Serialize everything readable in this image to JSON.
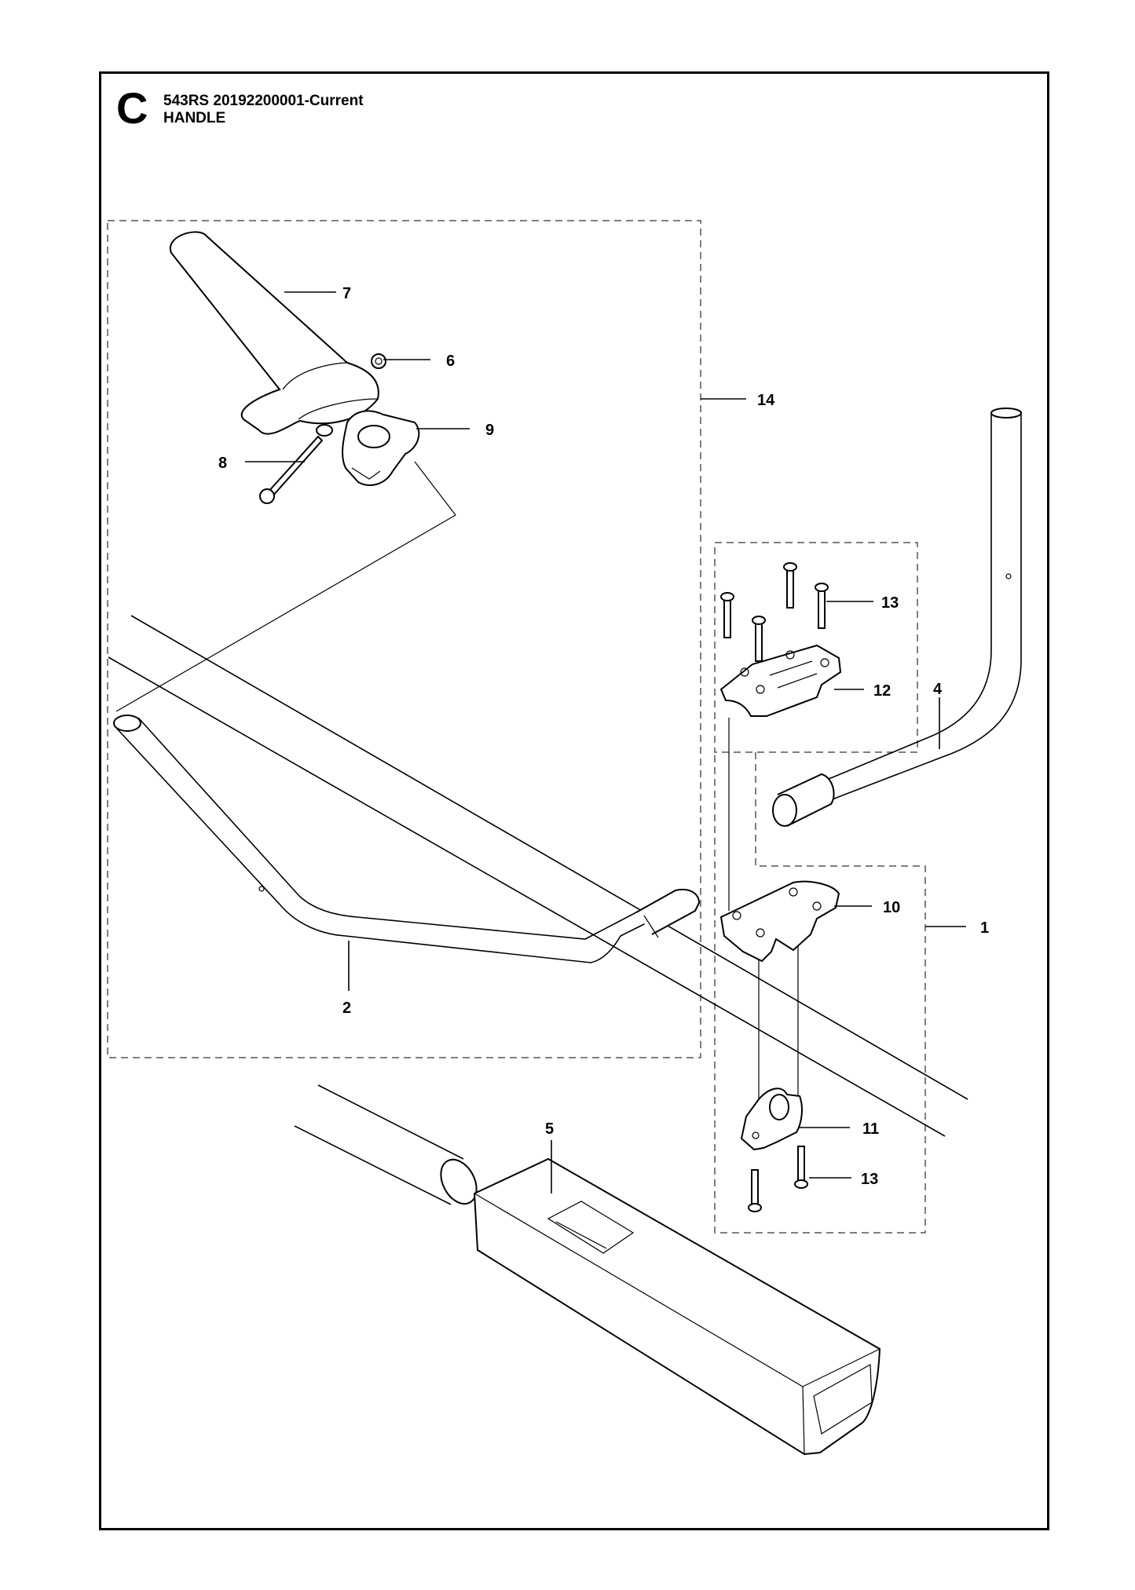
{
  "header": {
    "section_letter": "C",
    "model_line": "543RS  20192200001-Current",
    "title": "HANDLE"
  },
  "callouts": [
    {
      "id": "7",
      "label": "7"
    },
    {
      "id": "6",
      "label": "6"
    },
    {
      "id": "14",
      "label": "14"
    },
    {
      "id": "9",
      "label": "9"
    },
    {
      "id": "8",
      "label": "8"
    },
    {
      "id": "13a",
      "label": "13"
    },
    {
      "id": "12",
      "label": "12"
    },
    {
      "id": "4",
      "label": "4"
    },
    {
      "id": "10",
      "label": "10"
    },
    {
      "id": "1",
      "label": "1"
    },
    {
      "id": "2",
      "label": "2"
    },
    {
      "id": "5",
      "label": "5"
    },
    {
      "id": "11",
      "label": "11"
    },
    {
      "id": "13b",
      "label": "13"
    }
  ]
}
